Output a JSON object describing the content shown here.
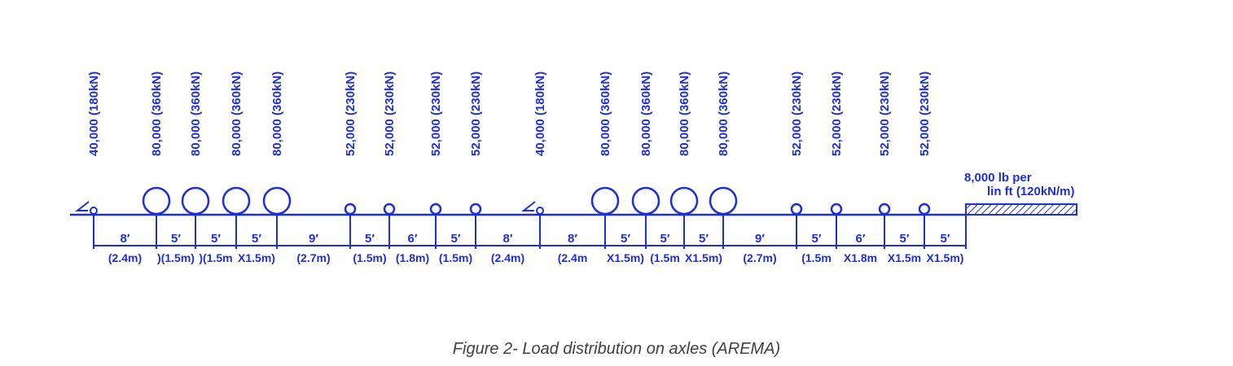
{
  "colors": {
    "line": "#1f2fd8",
    "caption": "#404040"
  },
  "axles": [
    {
      "id": 1,
      "load": "40,000 (180kN)",
      "wheel": "pilot"
    },
    {
      "id": 2,
      "load": "80,000 (360kN)",
      "wheel": "large"
    },
    {
      "id": 3,
      "load": "80,000 (360kN)",
      "wheel": "large"
    },
    {
      "id": 4,
      "load": "80,000 (360kN)",
      "wheel": "large"
    },
    {
      "id": 5,
      "load": "80,000 (360kN)",
      "wheel": "large"
    },
    {
      "id": 6,
      "load": "52,000 (230kN)",
      "wheel": "small"
    },
    {
      "id": 7,
      "load": "52,000 (230kN)",
      "wheel": "small"
    },
    {
      "id": 8,
      "load": "52,000 (230kN)",
      "wheel": "small"
    },
    {
      "id": 9,
      "load": "52,000 (230kN)",
      "wheel": "small"
    },
    {
      "id": 10,
      "load": "40,000 (180kN)",
      "wheel": "pilot"
    },
    {
      "id": 11,
      "load": "80,000 (360kN)",
      "wheel": "large"
    },
    {
      "id": 12,
      "load": "80,000 (360kN)",
      "wheel": "large"
    },
    {
      "id": 13,
      "load": "80,000 (360kN)",
      "wheel": "large"
    },
    {
      "id": 14,
      "load": "80,000 (360kN)",
      "wheel": "large"
    },
    {
      "id": 15,
      "load": "52,000 (230kN)",
      "wheel": "small"
    },
    {
      "id": 16,
      "load": "52,000 (230kN)",
      "wheel": "small"
    },
    {
      "id": 17,
      "load": "52,000 (230kN)",
      "wheel": "small"
    },
    {
      "id": 18,
      "load": "52,000 (230kN)",
      "wheel": "small"
    }
  ],
  "spacings": [
    {
      "ft": "8′",
      "m": "(2.4m)"
    },
    {
      "ft": "5′",
      "m": ")(1.5m)"
    },
    {
      "ft": "5′",
      "m": ")(1.5m"
    },
    {
      "ft": "5′",
      "m": "X1.5m)"
    },
    {
      "ft": "9′",
      "m": "(2.7m)"
    },
    {
      "ft": "5′",
      "m": "(1.5m)"
    },
    {
      "ft": "6′",
      "m": "(1.8m)"
    },
    {
      "ft": "5′",
      "m": "(1.5m)"
    },
    {
      "ft": "8′",
      "m": "(2.4m)"
    },
    {
      "ft": "8′",
      "m": "(2.4m"
    },
    {
      "ft": "5′",
      "m": "X1.5m)"
    },
    {
      "ft": "5′",
      "m": "(1.5m"
    },
    {
      "ft": "5′",
      "m": "X1.5m)"
    },
    {
      "ft": "9′",
      "m": "(2.7m)"
    },
    {
      "ft": "5′",
      "m": "(1.5m"
    },
    {
      "ft": "6′",
      "m": "X1.8m"
    },
    {
      "ft": "5′",
      "m": "X1.5m"
    },
    {
      "ft": "5′",
      "m": "X1.5m)"
    }
  ],
  "uniform_load": {
    "line1": "8,000 lb per",
    "line2": "lin ft (120kN/m)"
  },
  "caption": "Figure 2- Load distribution on axles (AREMA)"
}
